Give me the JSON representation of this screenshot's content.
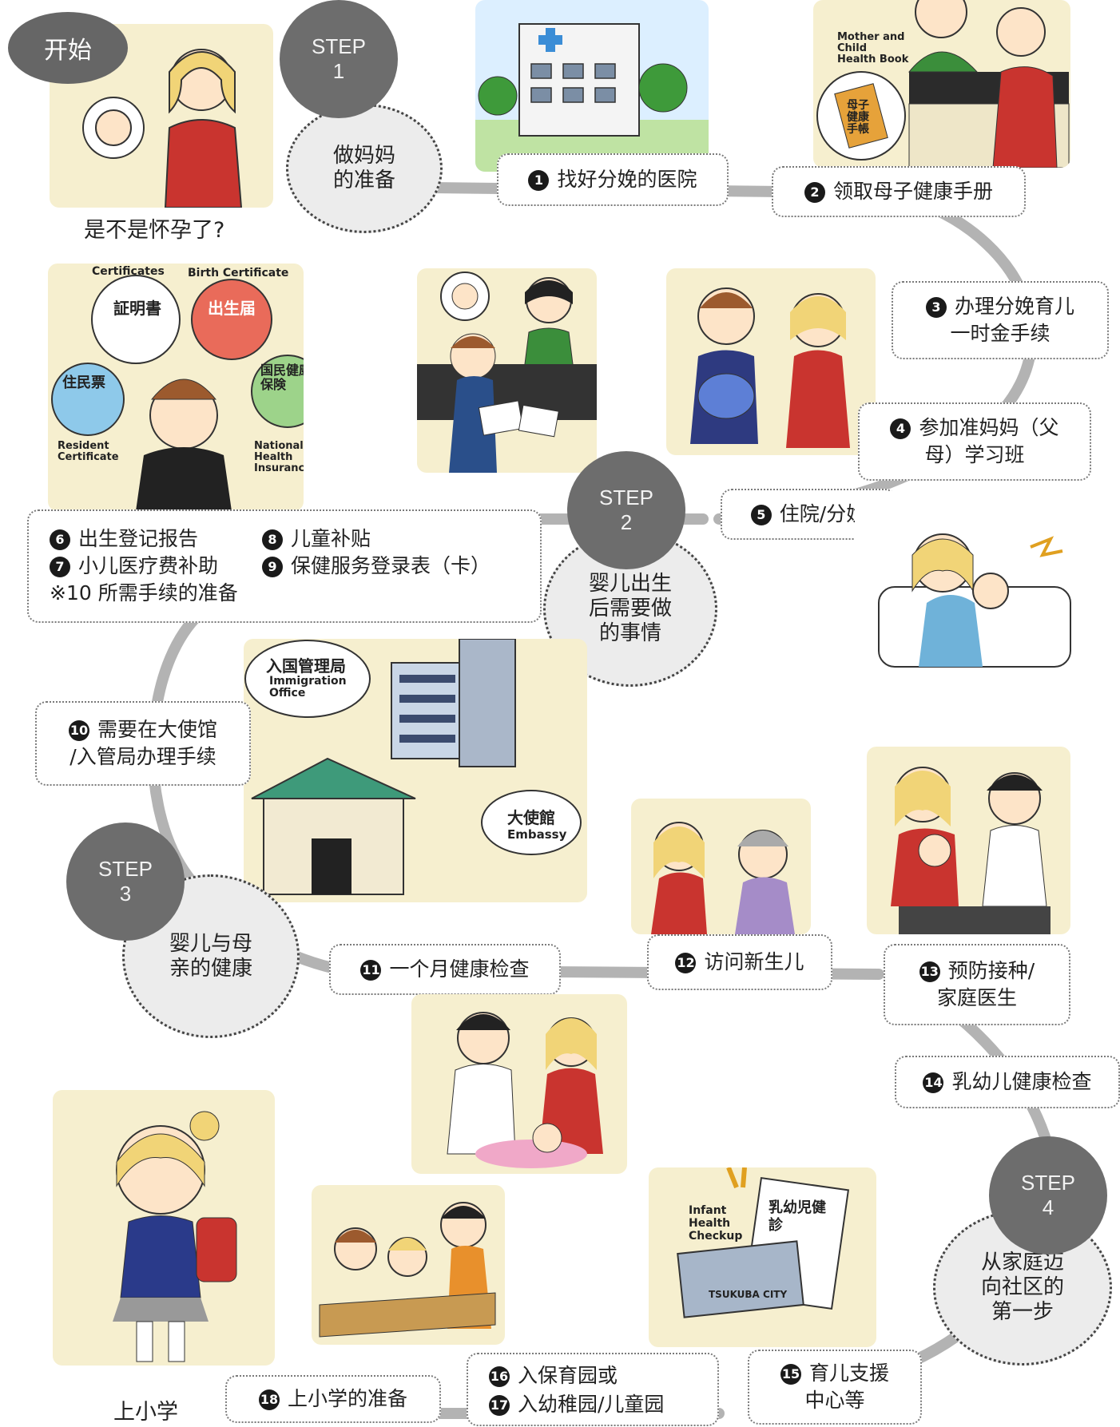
{
  "start": {
    "label": "开始",
    "caption": "是不是怀孕了?"
  },
  "steps": [
    {
      "badge_label": "STEP",
      "badge_num": "1",
      "phase": [
        "做妈妈",
        "的准备"
      ]
    },
    {
      "badge_label": "STEP",
      "badge_num": "2",
      "phase": [
        "婴儿出生",
        "后需要做",
        "的事情"
      ]
    },
    {
      "badge_label": "STEP",
      "badge_num": "3",
      "phase": [
        "婴儿与母",
        "亲的健康"
      ]
    },
    {
      "badge_label": "STEP",
      "badge_num": "4",
      "phase": [
        "从家庭迈",
        "向社区的",
        "第一步"
      ]
    }
  ],
  "items": {
    "i1": {
      "num": "1",
      "text": "找好分娩的医院"
    },
    "i2": {
      "num": "2",
      "text": "领取母子健康手册"
    },
    "i3": {
      "num": "3",
      "text": "办理分娩育儿",
      "text2": "一时金手续"
    },
    "i4": {
      "num": "4",
      "text": "参加准妈妈（父",
      "text2": "母）学习班"
    },
    "i5": {
      "num": "5",
      "text": "住院/分娩"
    },
    "i6": {
      "num": "6",
      "text": "出生登记报告"
    },
    "i7": {
      "num": "7",
      "text": "小儿医疗费补助"
    },
    "i8": {
      "num": "8",
      "text": "儿童补贴"
    },
    "i9": {
      "num": "9",
      "text": "保健服务登录表（卡）"
    },
    "i10note": {
      "text": "※10 所需手续的准备"
    },
    "i10": {
      "num": "10",
      "text": "需要在大使馆",
      "text2": "/入管局办理手续"
    },
    "i11": {
      "num": "11",
      "text": "一个月健康检查"
    },
    "i12": {
      "num": "12",
      "text": "访问新生儿"
    },
    "i13": {
      "num": "13",
      "text": "预防接种/",
      "text2": "家庭医生"
    },
    "i14": {
      "num": "14",
      "text": "乳幼儿健康检查"
    },
    "i15": {
      "num": "15",
      "text": "育儿支援",
      "text2": "中心等"
    },
    "i16": {
      "num": "16",
      "text": "入保育园或"
    },
    "i17": {
      "num": "17",
      "text": "入幼稚园/儿童园"
    },
    "i18": {
      "num": "18",
      "text": "上小学的准备"
    }
  },
  "end": {
    "caption": "上小学"
  },
  "illustration_text": {
    "mother_child_book": [
      "Mother and",
      "Child",
      "Health Book"
    ],
    "book_jp": "母子健康手帳",
    "certificates": "Certificates",
    "birth_certificate": "Birth Certificate",
    "cert_jp": "証明書",
    "birth_jp": "出生届",
    "resident_jp": "住民票",
    "resident_en": [
      "Resident",
      "Certificate"
    ],
    "insurance_jp": "国民健康保険",
    "insurance_en": [
      "National",
      "Health",
      "Insurance"
    ],
    "immigration_jp": "入国管理局",
    "immigration_en": [
      "Immigration",
      "Office"
    ],
    "embassy_jp": "大使館",
    "embassy_en": "Embassy",
    "checkup_en": [
      "Infant",
      "Health",
      "Checkup"
    ],
    "checkup_jp": "乳幼児健診",
    "city": "TSUKUBA CITY"
  },
  "colors": {
    "path": "#b3b3b3",
    "badge": "#6d6d6d",
    "illus_bg": "#f6efcf"
  }
}
